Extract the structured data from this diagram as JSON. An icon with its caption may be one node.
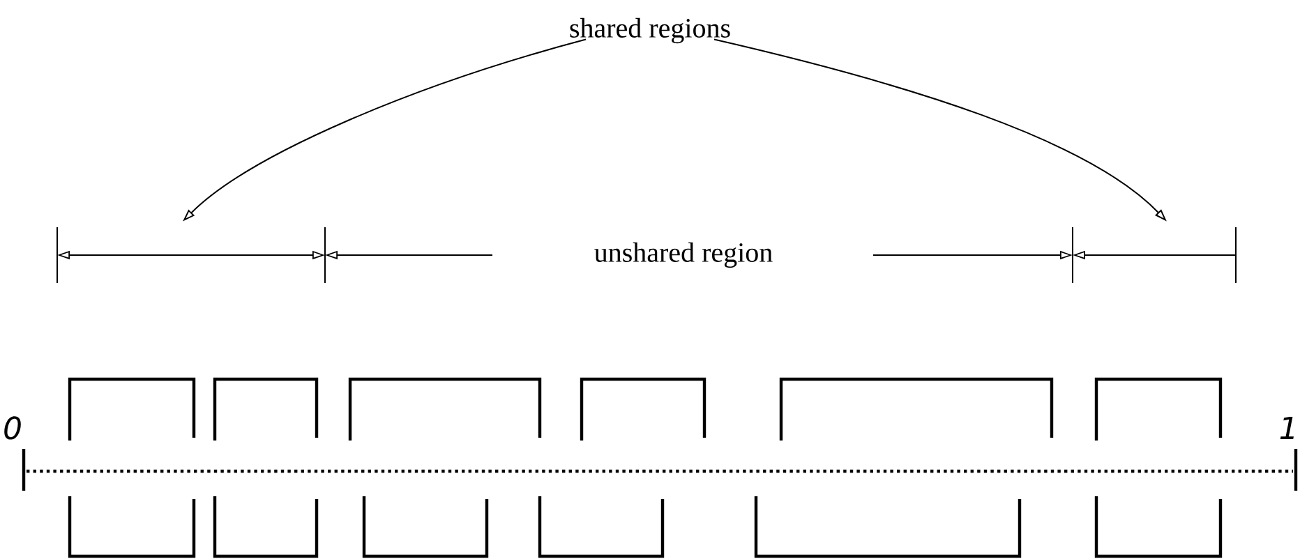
{
  "diagram": {
    "nodes": [
      {
        "text": [
          "shared regions"
        ]
      },
      {
        "text": [],
        "shape": "bar"
      },
      {
        "text": [],
        "shape": "bar"
      }
    ],
    "edges": [
      {
        "from": 0,
        "to": 1,
        "arrow": "to"
      },
      {
        "from": 0,
        "to": 2,
        "arrow": "to"
      }
    ],
    "labels": [
      "unshared region",
      "0",
      "1"
    ]
  }
}
